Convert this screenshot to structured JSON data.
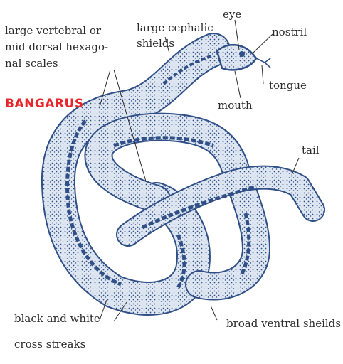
{
  "title": "BANGARUS",
  "accent_color": "#e8262b",
  "ink_color": "#2f4f86",
  "labels": {
    "vertebral": [
      "large vertebral or",
      "mid dorsal hexago-",
      "nal scales"
    ],
    "cephalic": [
      "large cephalic",
      "shields"
    ],
    "eye": "eye",
    "nostril": "nostril",
    "tongue": "tongue",
    "mouth": "mouth",
    "tail": "tail",
    "streaks": [
      "black and white",
      "cross streaks"
    ],
    "ventral": "broad ventral sheilds"
  }
}
